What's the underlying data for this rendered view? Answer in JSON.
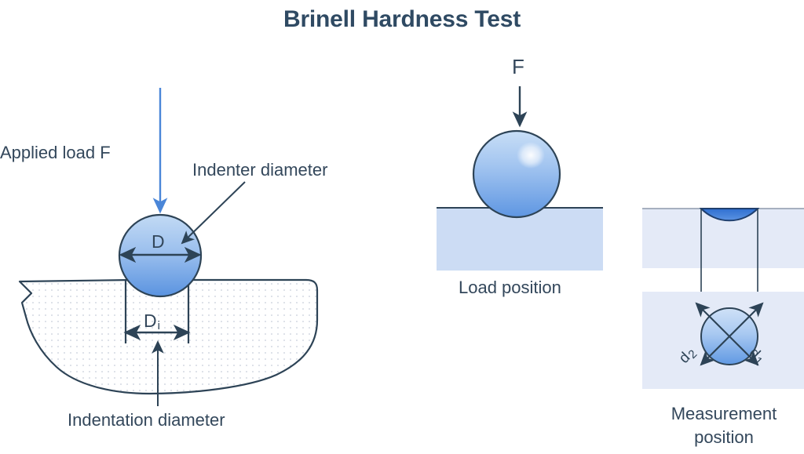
{
  "page": {
    "title": "Brinell Hardness Test",
    "background_color": "#ffffff",
    "title_color": "#2f4a63",
    "text_color": "#33475b"
  },
  "colors": {
    "outline": "#2d4356",
    "arrow_blue": "#4a86d8",
    "sphere_light": "#bcd5f2",
    "sphere_mid": "#8fb8ec",
    "sphere_dark": "#5a93e0",
    "block_fill": "#ccdcf4",
    "block_fill_light": "#e4eaf7",
    "specimen_dot": "#d8dde6",
    "indent_blue": "#3f7fdb"
  },
  "left_panel": {
    "applied_load_label": "Applied load F",
    "indenter_diameter_label": "Indenter diameter",
    "indenter_symbol": "D",
    "indentation_symbol": "D",
    "indentation_symbol_subscript": "i",
    "indentation_diameter_label": "Indentation diameter"
  },
  "middle_panel": {
    "force_symbol": "F",
    "caption": "Load position"
  },
  "right_panel": {
    "diagonal_left_symbol": "d",
    "diagonal_left_subscript": "2",
    "diagonal_right_symbol": "d",
    "diagonal_right_subscript": "1",
    "caption_line1": "Measurement",
    "caption_line2": "position"
  }
}
